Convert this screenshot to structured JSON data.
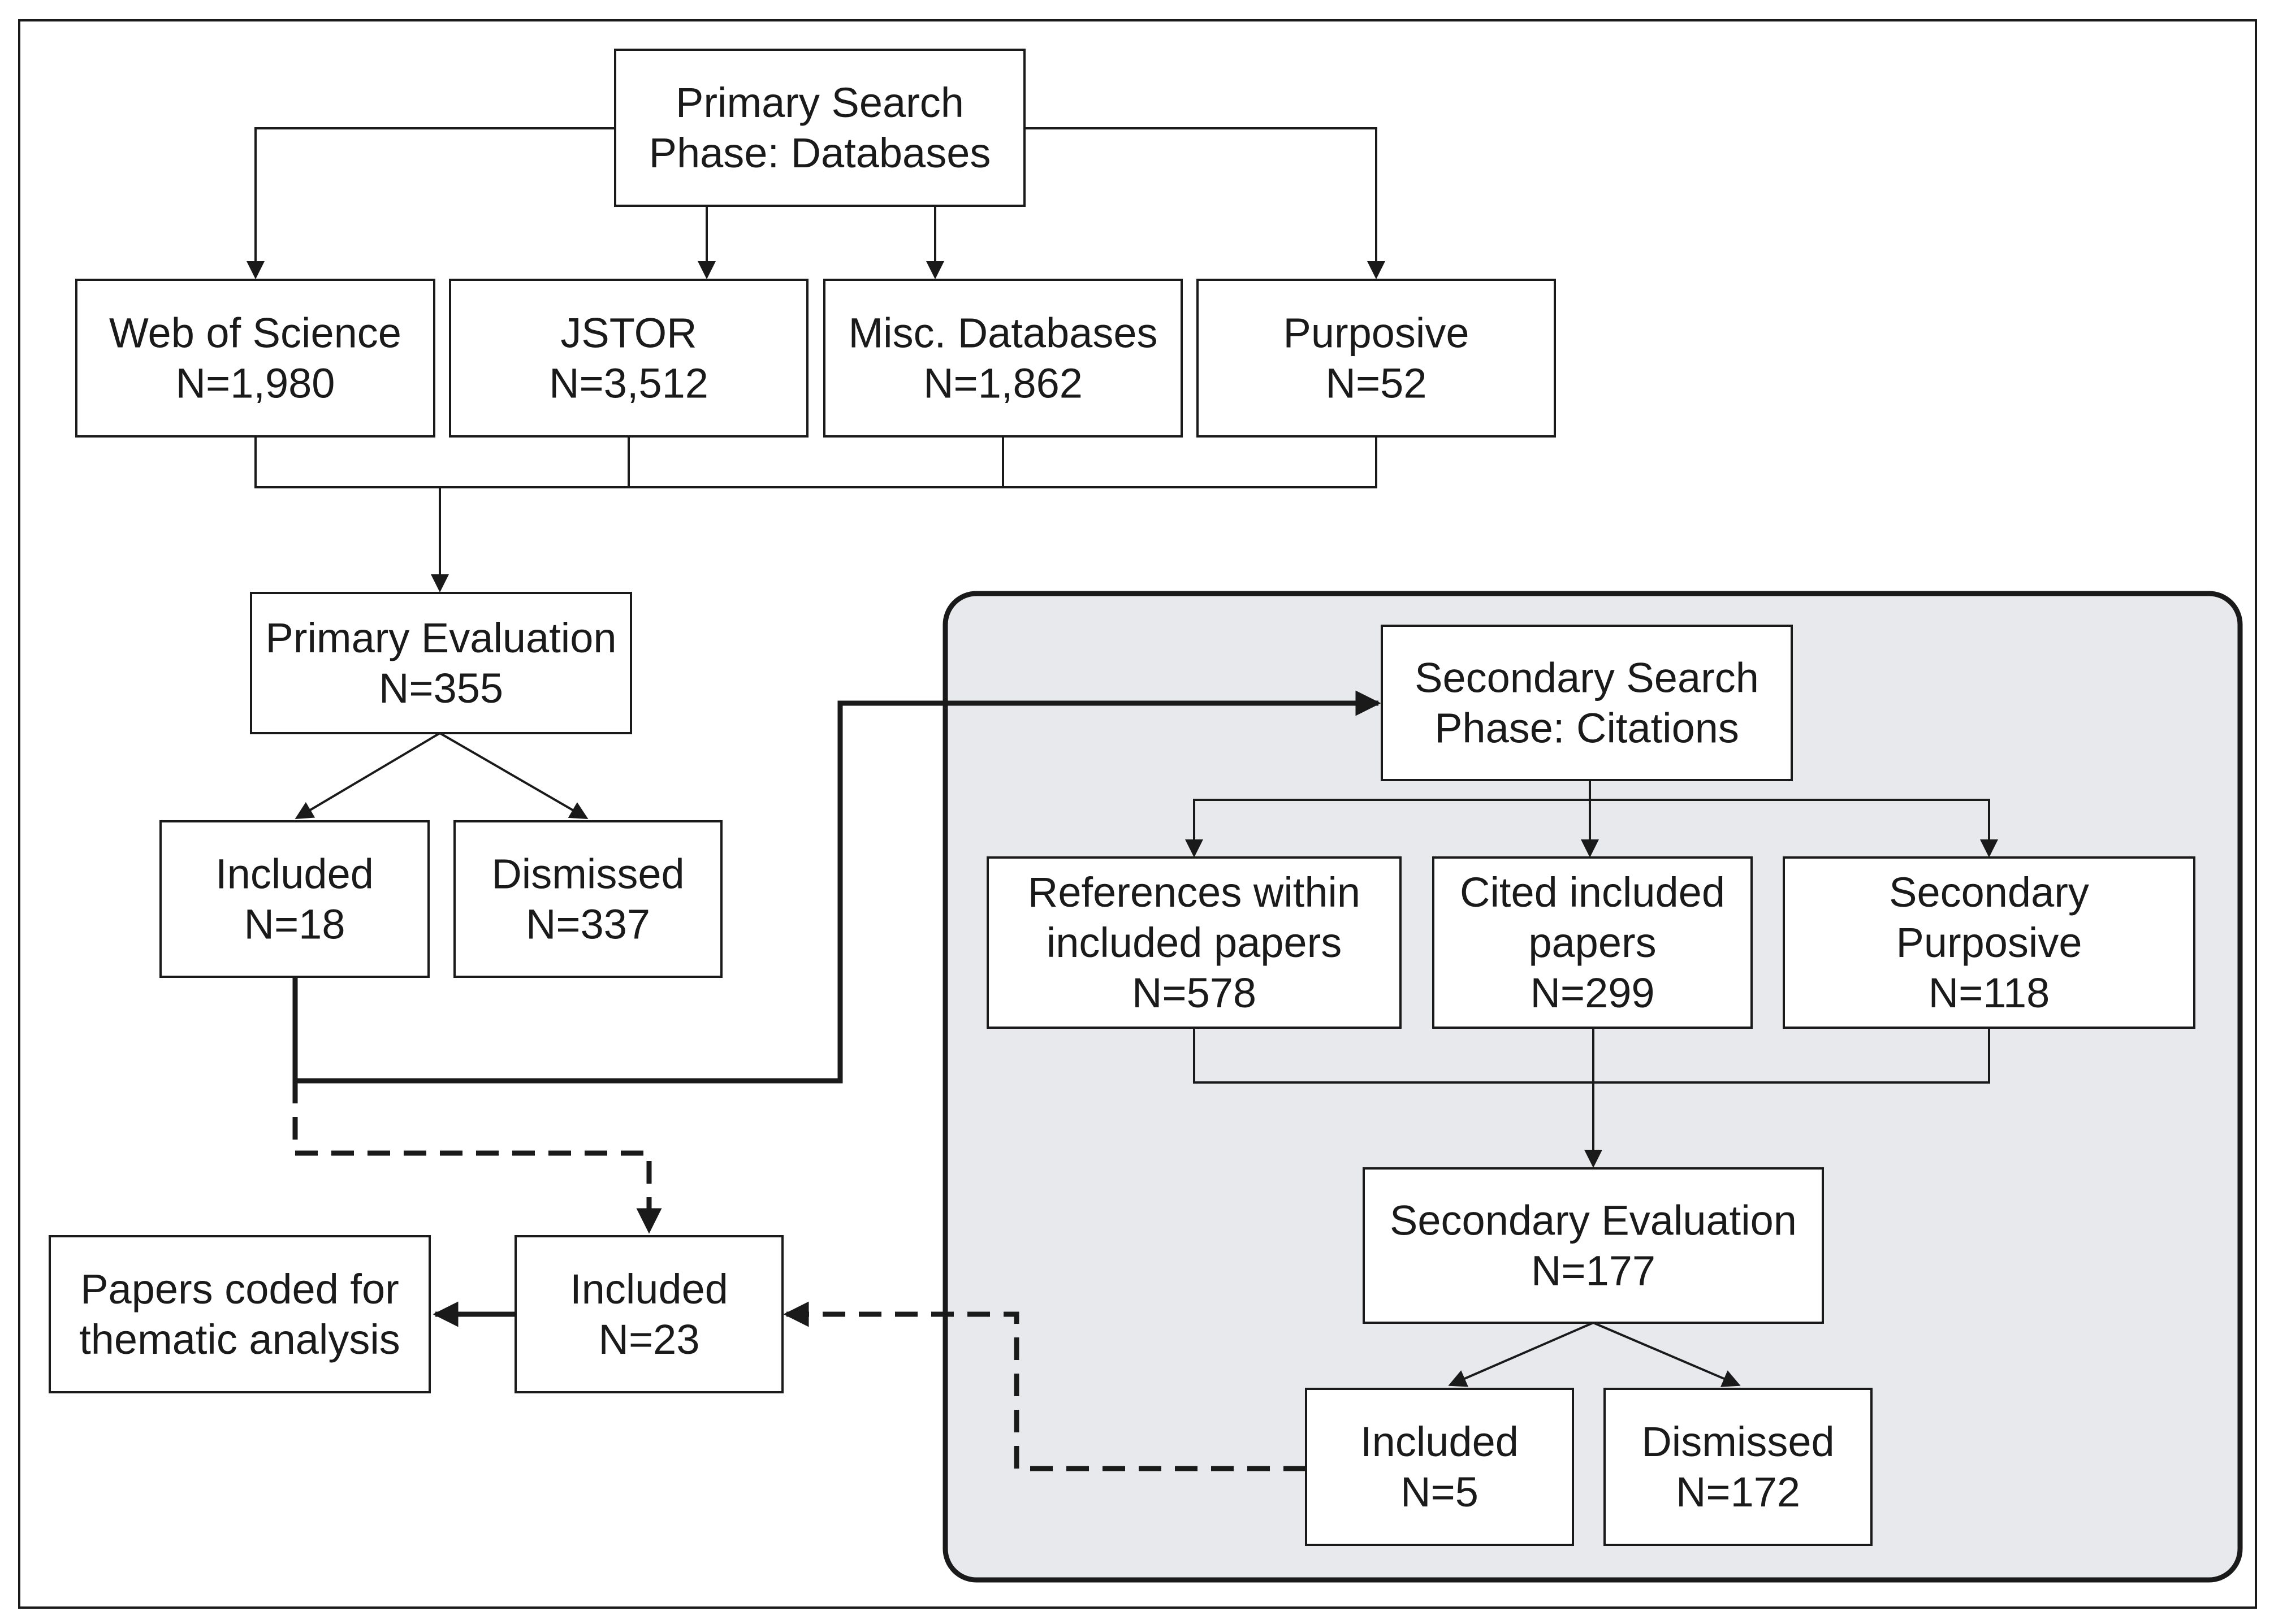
{
  "nodes": {
    "primary_search": {
      "lines": [
        "Primary Search",
        "Phase: Databases"
      ]
    },
    "web_of_science": {
      "lines": [
        "Web of Science",
        "N=1,980"
      ]
    },
    "jstor": {
      "lines": [
        "JSTOR",
        "N=3,512"
      ]
    },
    "misc_databases": {
      "lines": [
        "Misc. Databases",
        "N=1,862"
      ]
    },
    "purposive": {
      "lines": [
        "Purposive",
        "N=52"
      ]
    },
    "primary_evaluation": {
      "lines": [
        "Primary Evaluation",
        "N=355"
      ]
    },
    "included_primary": {
      "lines": [
        "Included",
        "N=18"
      ]
    },
    "dismissed_primary": {
      "lines": [
        "Dismissed",
        "N=337"
      ]
    },
    "secondary_search": {
      "lines": [
        "Secondary Search",
        "Phase: Citations"
      ]
    },
    "references_within": {
      "lines": [
        "References within",
        "included papers",
        "N=578"
      ]
    },
    "cited_included": {
      "lines": [
        "Cited included",
        "papers",
        "N=299"
      ]
    },
    "secondary_purposive": {
      "lines": [
        "Secondary",
        "Purposive",
        "N=118"
      ]
    },
    "secondary_evaluation": {
      "lines": [
        "Secondary Evaluation",
        "N=177"
      ]
    },
    "included_secondary": {
      "lines": [
        "Included",
        "N=5"
      ]
    },
    "dismissed_secondary": {
      "lines": [
        "Dismissed",
        "N=172"
      ]
    },
    "included_final": {
      "lines": [
        "Included",
        "N=23"
      ]
    },
    "papers_coded": {
      "lines": [
        "Papers coded for",
        "thematic analysis"
      ]
    }
  },
  "colors": {
    "line": "#1a1a1a",
    "box_fill": "#ffffff",
    "panel_fill": "#e7e9ec"
  }
}
